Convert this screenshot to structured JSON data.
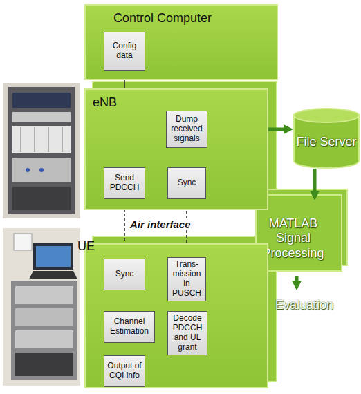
{
  "diagram": {
    "nodes": [
      {
        "text": [
          "Control Computer"
        ]
      },
      {
        "text": [
          "Config data"
        ],
        "in": 0
      },
      {
        "text": [
          "eNB"
        ]
      },
      {
        "text": [
          "Dump received signals"
        ],
        "in": 2
      },
      {
        "text": [
          "Send PDCCH"
        ],
        "in": 2
      },
      {
        "text": [
          "Sync"
        ],
        "in": 2
      },
      {
        "text": [
          "File Server"
        ]
      },
      {
        "text": [
          "MATLAB Signal Processing"
        ]
      },
      {
        "text": [
          "Evaluation"
        ]
      },
      {
        "text": [
          "UE"
        ]
      },
      {
        "text": [
          "Sync"
        ],
        "in": 9
      },
      {
        "text": [
          "Trans- mission in PUSCH"
        ],
        "in": 9
      },
      {
        "text": [
          "Channel Estimation"
        ],
        "in": 9
      },
      {
        "text": [
          "Decode PDCCH and UL grant"
        ],
        "in": 9
      },
      {
        "text": [
          "Output of CQI info"
        ],
        "in": 9
      }
    ],
    "edges": [
      {
        "from": 1,
        "to": 4,
        "arrow": "to"
      },
      {
        "from": 4,
        "to": 10,
        "arrow": "to"
      },
      {
        "from": 10,
        "to": 12,
        "arrow": "to"
      },
      {
        "from": 12,
        "to": 13,
        "arrow": "to"
      },
      {
        "from": 12,
        "to": 14,
        "arrow": "to"
      },
      {
        "from": 13,
        "to": 11,
        "arrow": "to"
      },
      {
        "from": 11,
        "to": 5,
        "arrow": "to"
      },
      {
        "from": 5,
        "to": 3,
        "arrow": "to"
      },
      {
        "from": 3,
        "to": 6,
        "arrow": "to"
      },
      {
        "from": 6,
        "to": 7,
        "arrow": "to"
      },
      {
        "from": 7,
        "to": 8,
        "arrow": "to"
      }
    ],
    "labels": [
      "Air interface"
    ]
  }
}
